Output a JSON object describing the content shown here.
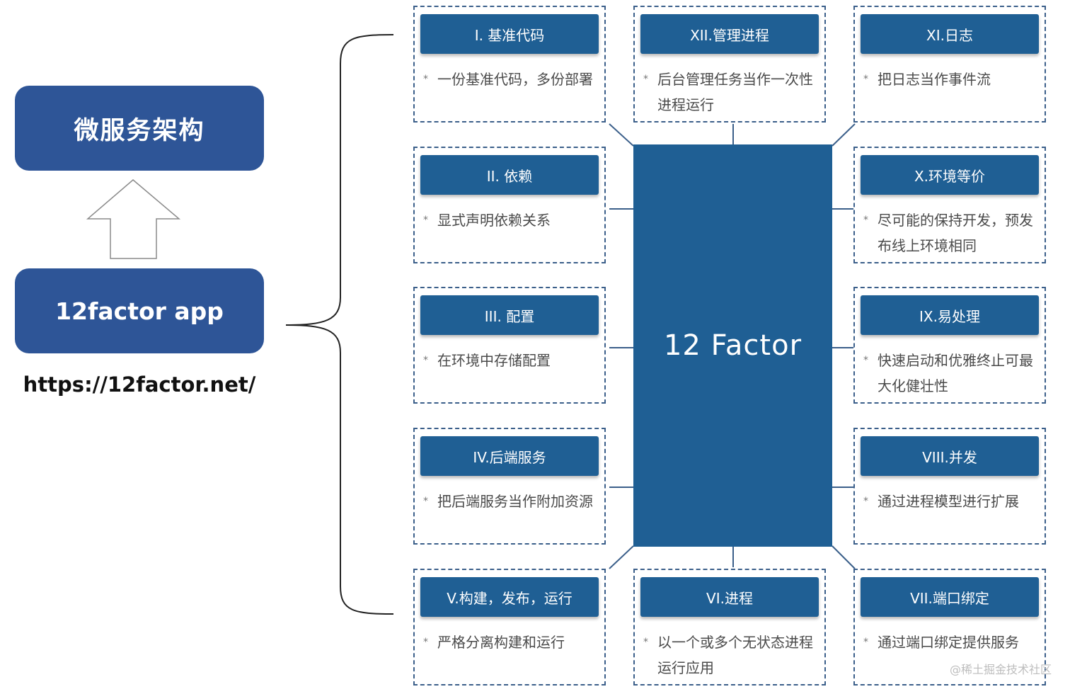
{
  "left": {
    "top_label": "微服务架构",
    "bottom_label": "12factor app",
    "url": "https://12factor.net/"
  },
  "center_label": "12 Factor",
  "factors": [
    {
      "id": "f1",
      "title": "I. 基准代码",
      "desc": "一份基准代码，多份部署"
    },
    {
      "id": "f2",
      "title": "II. 依赖",
      "desc": "显式声明依赖关系"
    },
    {
      "id": "f3",
      "title": "III. 配置",
      "desc": "在环境中存储配置"
    },
    {
      "id": "f4",
      "title": "IV.后端服务",
      "desc": "把后端服务当作附加资源"
    },
    {
      "id": "f5",
      "title": "V.构建，发布，运行",
      "desc": "严格分离构建和运行"
    },
    {
      "id": "f6",
      "title": "VI.进程",
      "desc": "以一个或多个无状态进程运行应用"
    },
    {
      "id": "f7",
      "title": "VII.端口绑定",
      "desc": "通过端口绑定提供服务"
    },
    {
      "id": "f8",
      "title": "VIII.并发",
      "desc": "通过进程模型进行扩展"
    },
    {
      "id": "f9",
      "title": "IX.易处理",
      "desc": "快速启动和优雅终止可最大化健壮性"
    },
    {
      "id": "f10",
      "title": "X.环境等价",
      "desc": "尽可能的保持开发，预发布线上环境相同"
    },
    {
      "id": "f11",
      "title": "XI.日志",
      "desc": "把日志当作事件流"
    },
    {
      "id": "f12",
      "title": "XII.管理进程",
      "desc": "后台管理任务当作一次性进程运行"
    }
  ],
  "watermark": "@稀土掘金技术社区",
  "colors": {
    "pill": "#2e5597",
    "header": "#1f5f94",
    "dashed_border": "#3b5f8a"
  }
}
